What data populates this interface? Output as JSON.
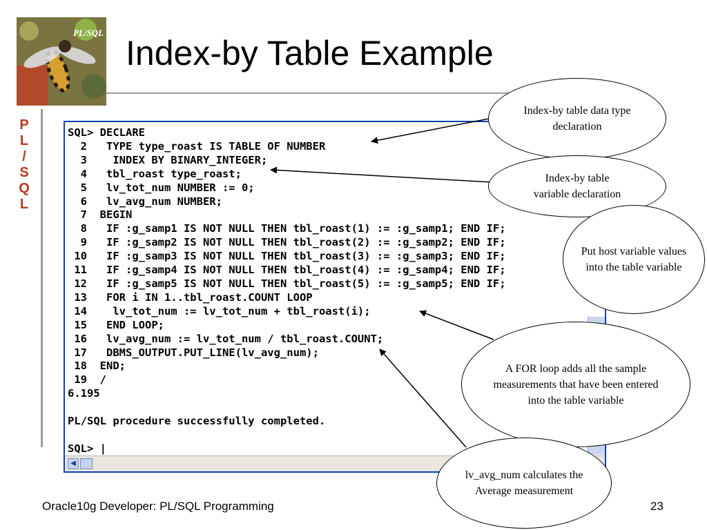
{
  "slide": {
    "title": "Index-by Table Example",
    "side_letters": [
      "P",
      "L",
      "/",
      "S",
      "Q",
      "L"
    ],
    "logo_text": "PL/SQL",
    "footer": "Oracle10g Developer: PL/SQL Programming",
    "page_number": "23"
  },
  "console": {
    "lines": [
      "SQL> DECLARE",
      "  2   TYPE type_roast IS TABLE OF NUMBER",
      "  3    INDEX BY BINARY_INTEGER;",
      "  4   tbl_roast type_roast;",
      "  5   lv_tot_num NUMBER := 0;",
      "  6   lv_avg_num NUMBER;",
      "  7  BEGIN",
      "  8   IF :g_samp1 IS NOT NULL THEN tbl_roast(1) := :g_samp1; END IF;",
      "  9   IF :g_samp2 IS NOT NULL THEN tbl_roast(2) := :g_samp2; END IF;",
      " 10   IF :g_samp3 IS NOT NULL THEN tbl_roast(3) := :g_samp3; END IF;",
      " 11   IF :g_samp4 IS NOT NULL THEN tbl_roast(4) := :g_samp4; END IF;",
      " 12   IF :g_samp5 IS NOT NULL THEN tbl_roast(5) := :g_samp5; END IF;",
      " 13   FOR i IN 1..tbl_roast.COUNT LOOP",
      " 14    lv_tot_num := lv_tot_num + tbl_roast(i);",
      " 15   END LOOP;",
      " 16   lv_avg_num := lv_tot_num / tbl_roast.COUNT;",
      " 17   DBMS_OUTPUT.PUT_LINE(lv_avg_num);",
      " 18  END;",
      " 19  /",
      "6.195",
      "",
      "PL/SQL procedure successfully completed.",
      "",
      "SQL> |"
    ]
  },
  "callouts": {
    "type_decl": "Index-by table data type\ndeclaration",
    "var_decl": "Index-by table\nvariable declaration",
    "host_vars": "Put host variable values\ninto the table variable",
    "for_loop": "A FOR loop adds all the sample\nmeasurements that have been entered\ninto the table variable",
    "avg_calc": "lv_avg_num calculates the\nAverage measurement"
  }
}
